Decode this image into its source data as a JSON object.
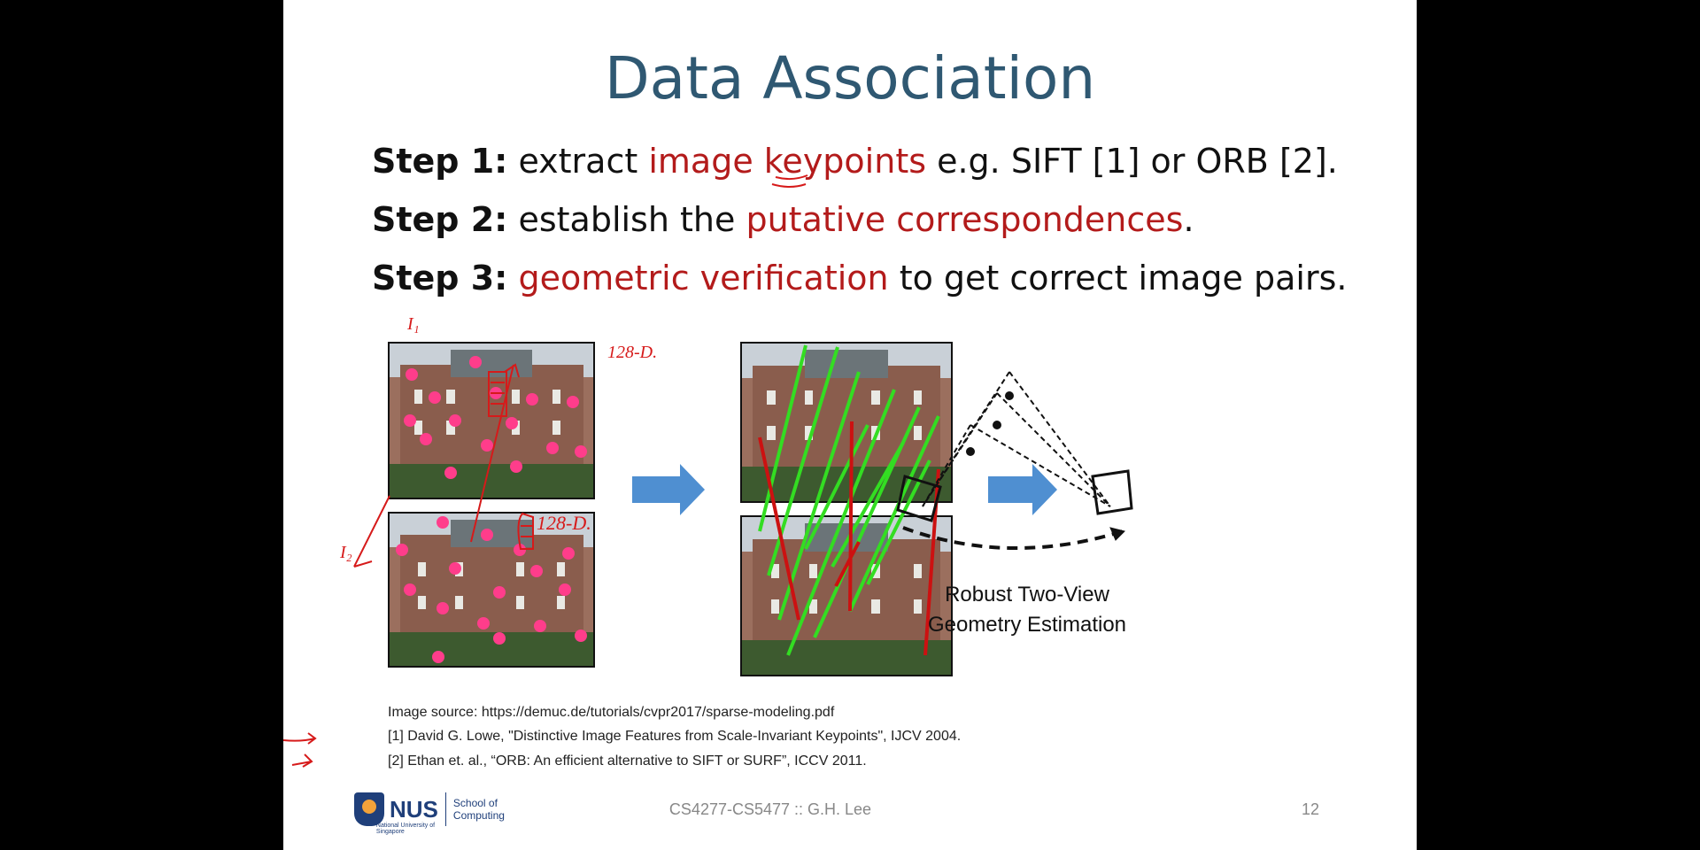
{
  "slide": {
    "title": "Data Association",
    "steps": [
      {
        "label": "Step 1:",
        "pre": " extract ",
        "highlight": "image keypoints",
        "post": " e.g. SIFT [1] or ORB [2]."
      },
      {
        "label": "Step 2:",
        "pre": " establish the ",
        "highlight": "putative correspondences",
        "post": "."
      },
      {
        "label": "Step 3:",
        "pre": " ",
        "highlight": "geometric verification",
        "post": " to get correct image pairs."
      }
    ],
    "figure_caption_line1": "Robust Two-View",
    "figure_caption_line2": "Geometry Estimation",
    "references": {
      "source": "Image source: https://demuc.de/tutorials/cvpr2017/sparse-modeling.pdf",
      "ref1": "[1] David G. Lowe, \"Distinctive Image Features from Scale-Invariant Keypoints\", IJCV 2004.",
      "ref2": "[2] Ethan et. al., “ORB: An efficient alternative to SIFT or SURF”, ICCV 2011."
    },
    "footer": {
      "course": "CS4277-CS5477 :: G.H. Lee",
      "page_number": "12",
      "logo_text": "NUS",
      "logo_subtext": "National University of Singapore",
      "school_line1": "School of",
      "school_line2": "Computing"
    },
    "annotations": {
      "i1": "I₁",
      "i2": "I₂",
      "dim_top": "128-D.",
      "dim_bottom": "128-D."
    }
  },
  "colors": {
    "title": "#2f5872",
    "highlight": "#b31b1b",
    "keypoint": "#ff3d8b",
    "match_good": "#33dd22",
    "match_bad": "#cc1111",
    "arrow": "#4f8fd1"
  }
}
